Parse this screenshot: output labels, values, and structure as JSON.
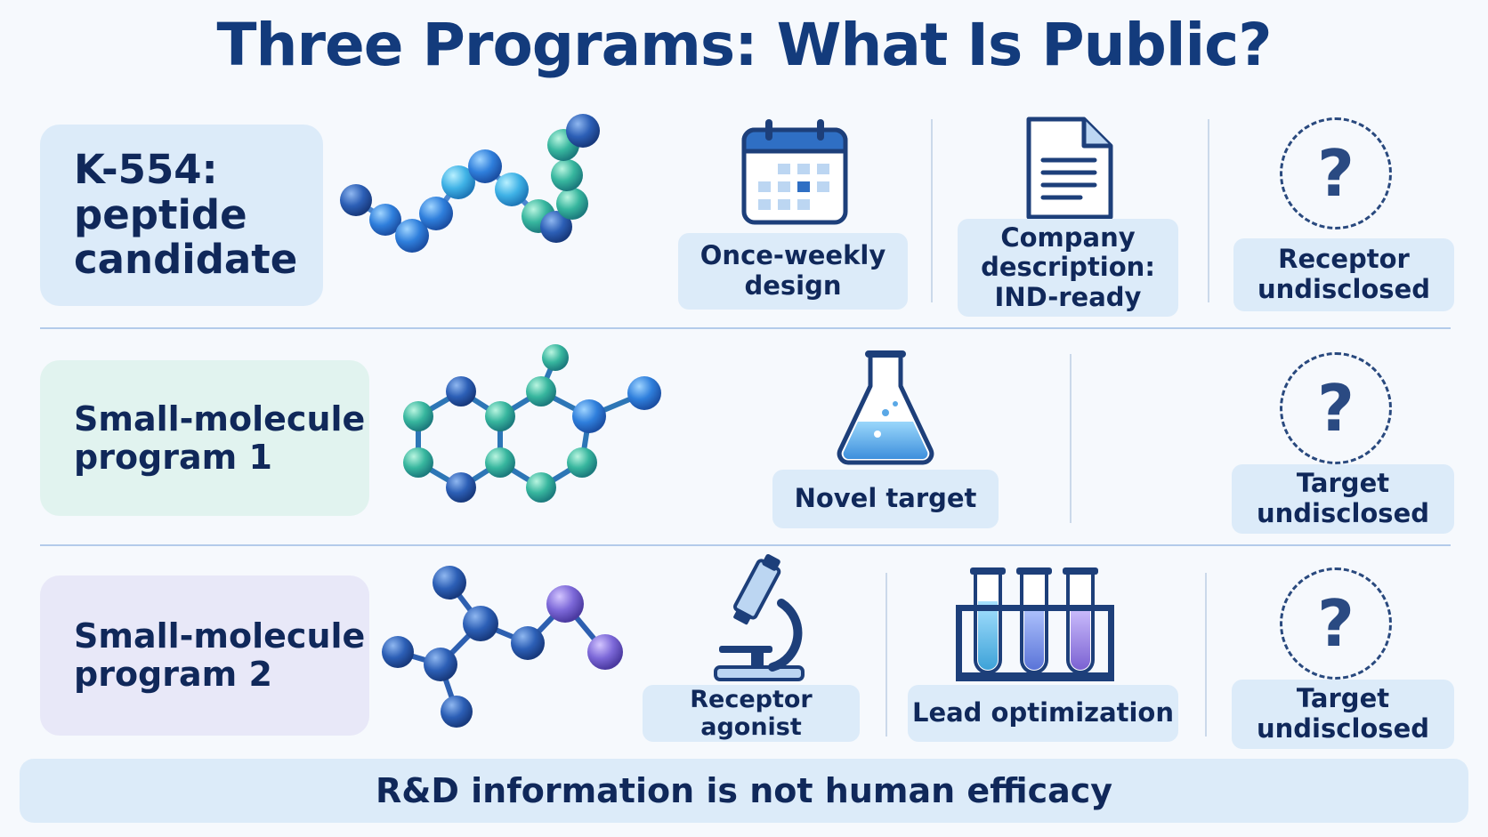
{
  "title": "Three Programs: What Is Public?",
  "rows": [
    {
      "label": "K-554:\npeptide\ncandidate",
      "tags": [
        "Once-weekly\ndesign",
        "Company\ndescription:\nIND-ready",
        "Receptor\nundisclosed"
      ],
      "icons": [
        "peptide-chain-icon",
        "calendar-icon",
        "document-icon",
        "question-mark-icon"
      ]
    },
    {
      "label": "Small-molecule\nprogram 1",
      "tags": [
        "Novel target",
        "Target\nundisclosed"
      ],
      "icons": [
        "molecule-ring-icon",
        "flask-icon",
        "question-mark-icon"
      ]
    },
    {
      "label": "Small-molecule\nprogram 2",
      "tags": [
        "Receptor agonist",
        "Lead optimization",
        "Target\nundisclosed"
      ],
      "icons": [
        "molecule-branch-icon",
        "microscope-icon",
        "test-tubes-icon",
        "question-mark-icon"
      ]
    }
  ],
  "question_glyph": "?",
  "footer": "R&D information is not human efficacy",
  "colors": {
    "title": "#133b7c",
    "label_bg_1": "#dcebf9",
    "label_bg_2": "#e1f3ef",
    "label_bg_3": "#e8e8f8",
    "tag_bg": "#dcebf9",
    "separator": "#b3cbea"
  }
}
